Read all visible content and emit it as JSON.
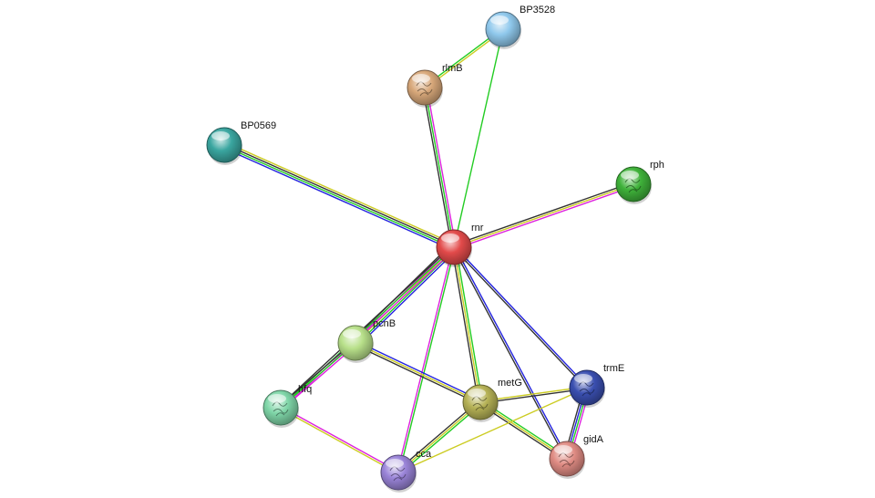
{
  "nodes": [
    {
      "id": "rnr",
      "label": "rnr",
      "color": "#e24a4a",
      "structure": false
    },
    {
      "id": "BP3528",
      "label": "BP3528",
      "color": "#8fc8ec",
      "structure": false
    },
    {
      "id": "rlmB",
      "label": "rlmB",
      "color": "#d8a87a",
      "structure": true
    },
    {
      "id": "BP0569",
      "label": "BP0569",
      "color": "#3aa6a0",
      "structure": false
    },
    {
      "id": "rph",
      "label": "rph",
      "color": "#3fb23a",
      "structure": true
    },
    {
      "id": "pcnB",
      "label": "pcnB",
      "color": "#b8e08a",
      "structure": false
    },
    {
      "id": "hfq",
      "label": "hfq",
      "color": "#7fd6a8",
      "structure": true
    },
    {
      "id": "metG",
      "label": "metG",
      "color": "#b6b256",
      "structure": true
    },
    {
      "id": "trmE",
      "label": "trmE",
      "color": "#3a4fb0",
      "structure": true
    },
    {
      "id": "gidA",
      "label": "gidA",
      "color": "#e08c84",
      "structure": true
    },
    {
      "id": "cca",
      "label": "cca",
      "color": "#9a84d8",
      "structure": true
    }
  ],
  "edges": [
    {
      "source": "rnr",
      "target": "BP3528",
      "colors": [
        "#22cc22"
      ]
    },
    {
      "source": "rlmB",
      "target": "BP3528",
      "colors": [
        "#22cc22",
        "#cccc22"
      ]
    },
    {
      "source": "rnr",
      "target": "rlmB",
      "colors": [
        "#333333",
        "#22cc22",
        "#dd22dd"
      ]
    },
    {
      "source": "rnr",
      "target": "BP0569",
      "colors": [
        "#2222dd",
        "#22cc22",
        "#333333",
        "#cccc22"
      ]
    },
    {
      "source": "rnr",
      "target": "rph",
      "colors": [
        "#333333",
        "#cccc22",
        "#dd22dd"
      ]
    },
    {
      "source": "rnr",
      "target": "pcnB",
      "colors": [
        "#2222dd",
        "#22cc22",
        "#cccc22",
        "#dd22dd",
        "#333333"
      ]
    },
    {
      "source": "rnr",
      "target": "hfq",
      "colors": [
        "#dd22dd",
        "#22cc22",
        "#333333"
      ]
    },
    {
      "source": "rnr",
      "target": "metG",
      "colors": [
        "#22cc22",
        "#cccc22",
        "#333333"
      ]
    },
    {
      "source": "rnr",
      "target": "trmE",
      "colors": [
        "#2222dd",
        "#333333"
      ]
    },
    {
      "source": "rnr",
      "target": "gidA",
      "colors": [
        "#2222dd",
        "#333333"
      ]
    },
    {
      "source": "rnr",
      "target": "cca",
      "colors": [
        "#22cc22",
        "#dd22dd"
      ]
    },
    {
      "source": "pcnB",
      "target": "hfq",
      "colors": [
        "#dd22dd",
        "#22cc22",
        "#333333"
      ]
    },
    {
      "source": "pcnB",
      "target": "metG",
      "colors": [
        "#2222dd",
        "#cccc22",
        "#333333"
      ]
    },
    {
      "source": "hfq",
      "target": "cca",
      "colors": [
        "#dd22dd",
        "#cccc22"
      ]
    },
    {
      "source": "metG",
      "target": "cca",
      "colors": [
        "#22cc22",
        "#cccc22",
        "#333333"
      ]
    },
    {
      "source": "metG",
      "target": "trmE",
      "colors": [
        "#cccc22",
        "#333333"
      ]
    },
    {
      "source": "metG",
      "target": "gidA",
      "colors": [
        "#22cc22",
        "#cccc22",
        "#333333"
      ]
    },
    {
      "source": "trmE",
      "target": "gidA",
      "colors": [
        "#dd22dd",
        "#22cc22",
        "#2222dd",
        "#333333"
      ]
    },
    {
      "source": "trmE",
      "target": "cca",
      "colors": [
        "#cccc22"
      ]
    }
  ]
}
